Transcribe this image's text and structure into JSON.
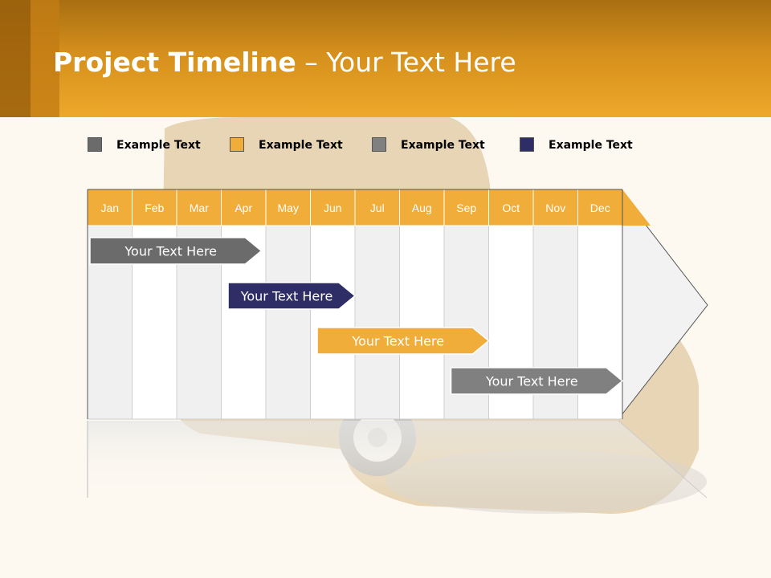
{
  "header": {
    "title_bold": "Project Timeline",
    "title_rest": " – Your Text Here",
    "color": "#e9a42a"
  },
  "legend": [
    {
      "label": "Example Text",
      "color": "#6b6b6b"
    },
    {
      "label": "Example Text",
      "color": "#f0ad3a"
    },
    {
      "label": "Example Text",
      "color": "#808080"
    },
    {
      "label": "Example Text",
      "color": "#2e2d66"
    }
  ],
  "months": [
    "Jan",
    "Feb",
    "Mar",
    "Apr",
    "May",
    "Jun",
    "Jul",
    "Aug",
    "Sep",
    "Oct",
    "Nov",
    "Dec"
  ],
  "tasks": [
    {
      "label": "Your  Text Here",
      "start_month": 0,
      "end_month": 3.9,
      "color": "#6b6b6b"
    },
    {
      "label": "Your  Text Here",
      "start_month": 3.1,
      "end_month": 6.0,
      "color": "#2e2d66"
    },
    {
      "label": "Your  Text Here",
      "start_month": 5.1,
      "end_month": 9.0,
      "color": "#f0ad3a"
    },
    {
      "label": "Your  Text Here",
      "start_month": 8.1,
      "end_month": 12.0,
      "color": "#808080"
    }
  ]
}
